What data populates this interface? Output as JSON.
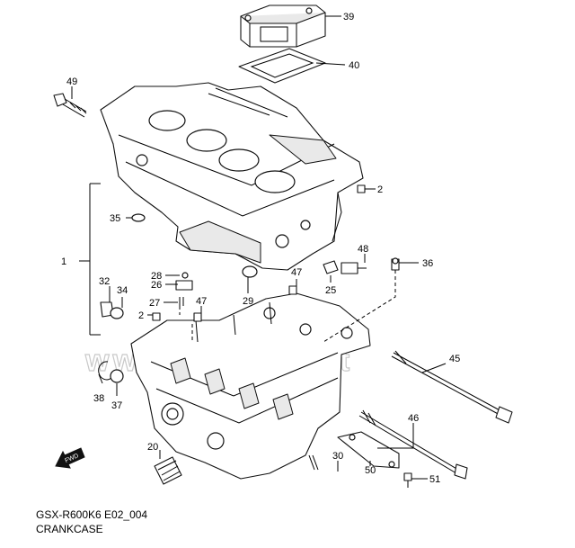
{
  "diagram": {
    "model_code": "GSX-R600K6 E02_004",
    "title": "CRANKCASE",
    "watermark": "www.cmsnl.net",
    "callouts": [
      {
        "id": "c39",
        "text": "39"
      },
      {
        "id": "c40",
        "text": "40"
      },
      {
        "id": "c49",
        "text": "49"
      },
      {
        "id": "c2a",
        "text": "2"
      },
      {
        "id": "c35",
        "text": "35"
      },
      {
        "id": "c1",
        "text": "1"
      },
      {
        "id": "c48",
        "text": "48"
      },
      {
        "id": "c36",
        "text": "36"
      },
      {
        "id": "c47a",
        "text": "47"
      },
      {
        "id": "c28",
        "text": "28"
      },
      {
        "id": "c26",
        "text": "26"
      },
      {
        "id": "c32",
        "text": "32"
      },
      {
        "id": "c34",
        "text": "34"
      },
      {
        "id": "c25",
        "text": "25"
      },
      {
        "id": "c29",
        "text": "29"
      },
      {
        "id": "c27",
        "text": "27"
      },
      {
        "id": "c47b",
        "text": "47"
      },
      {
        "id": "c2b",
        "text": "2"
      },
      {
        "id": "c45",
        "text": "45"
      },
      {
        "id": "c38",
        "text": "38"
      },
      {
        "id": "c37",
        "text": "37"
      },
      {
        "id": "c46",
        "text": "46"
      },
      {
        "id": "c20",
        "text": "20"
      },
      {
        "id": "c30",
        "text": "30"
      },
      {
        "id": "c50",
        "text": "50"
      },
      {
        "id": "c51",
        "text": "51"
      }
    ],
    "fwd_label": "FWD"
  }
}
